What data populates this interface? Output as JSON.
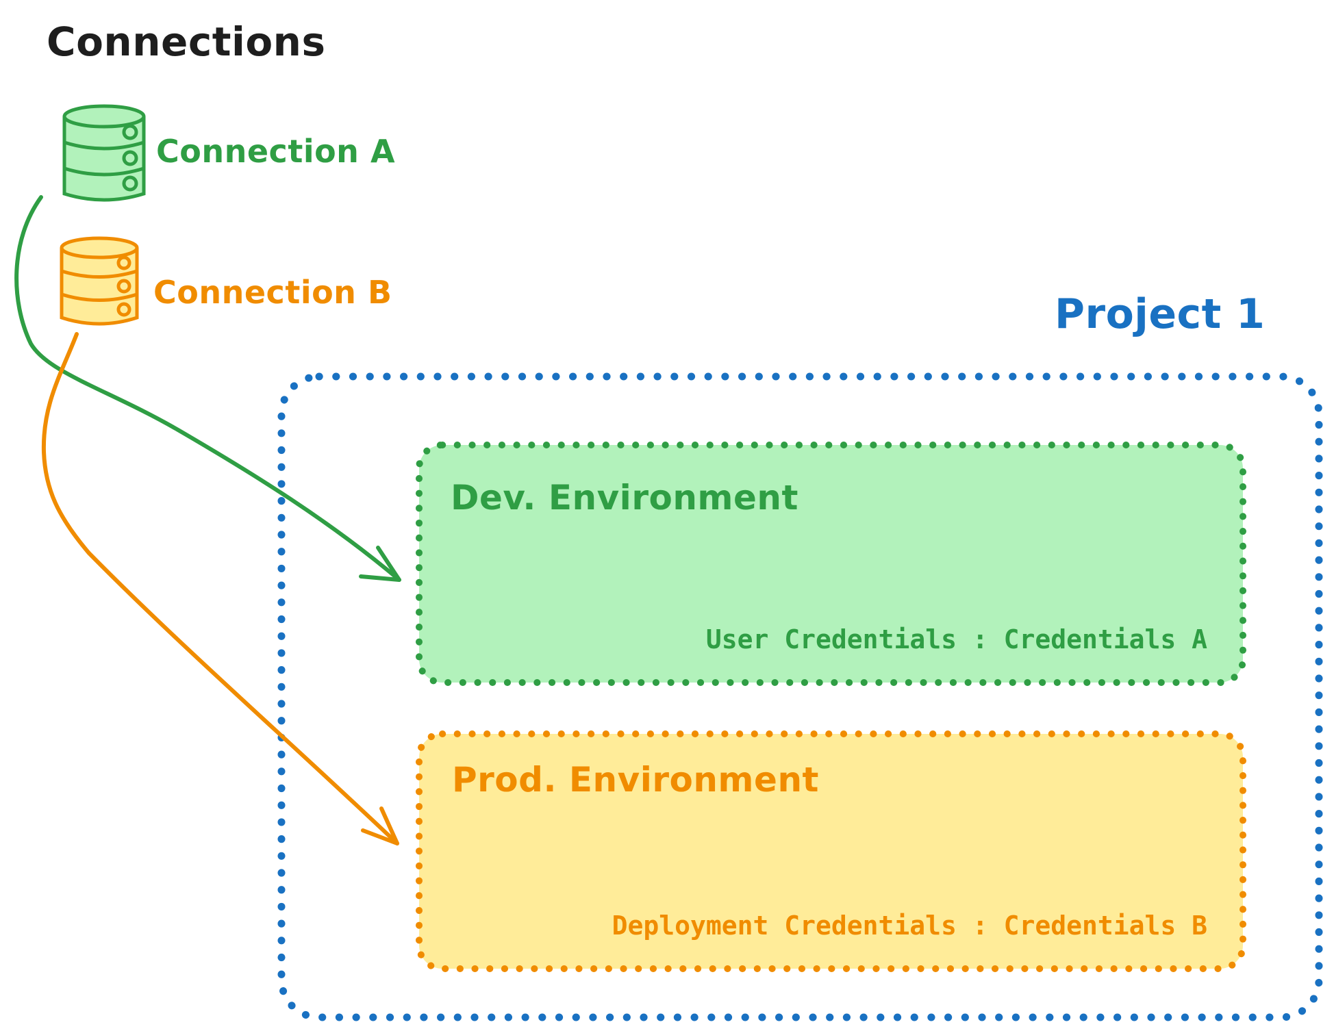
{
  "title": "Connections",
  "colors": {
    "text_black": "#1e1e1e",
    "green_stroke": "#2f9e44",
    "green_fill": "#b2f2bb",
    "orange_stroke": "#f08c00",
    "orange_fill": "#ffec99",
    "blue_stroke": "#1971c2",
    "background": "#ffffff"
  },
  "connections": [
    {
      "label": "Connection A",
      "icon": "database-icon",
      "color": "#2f9e44"
    },
    {
      "label": "Connection B",
      "icon": "database-icon",
      "color": "#f08c00"
    }
  ],
  "project": {
    "title": "Project 1",
    "environments": [
      {
        "name": "Dev. Environment",
        "credentials": "User Credentials : Credentials A"
      },
      {
        "name": "Prod. Environment",
        "credentials": "Deployment Credentials : Credentials B"
      }
    ]
  },
  "arrows": [
    {
      "from": "Connection A",
      "to": "Dev. Environment",
      "color": "#2f9e44"
    },
    {
      "from": "Connection B",
      "to": "Prod. Environment",
      "color": "#f08c00"
    }
  ]
}
